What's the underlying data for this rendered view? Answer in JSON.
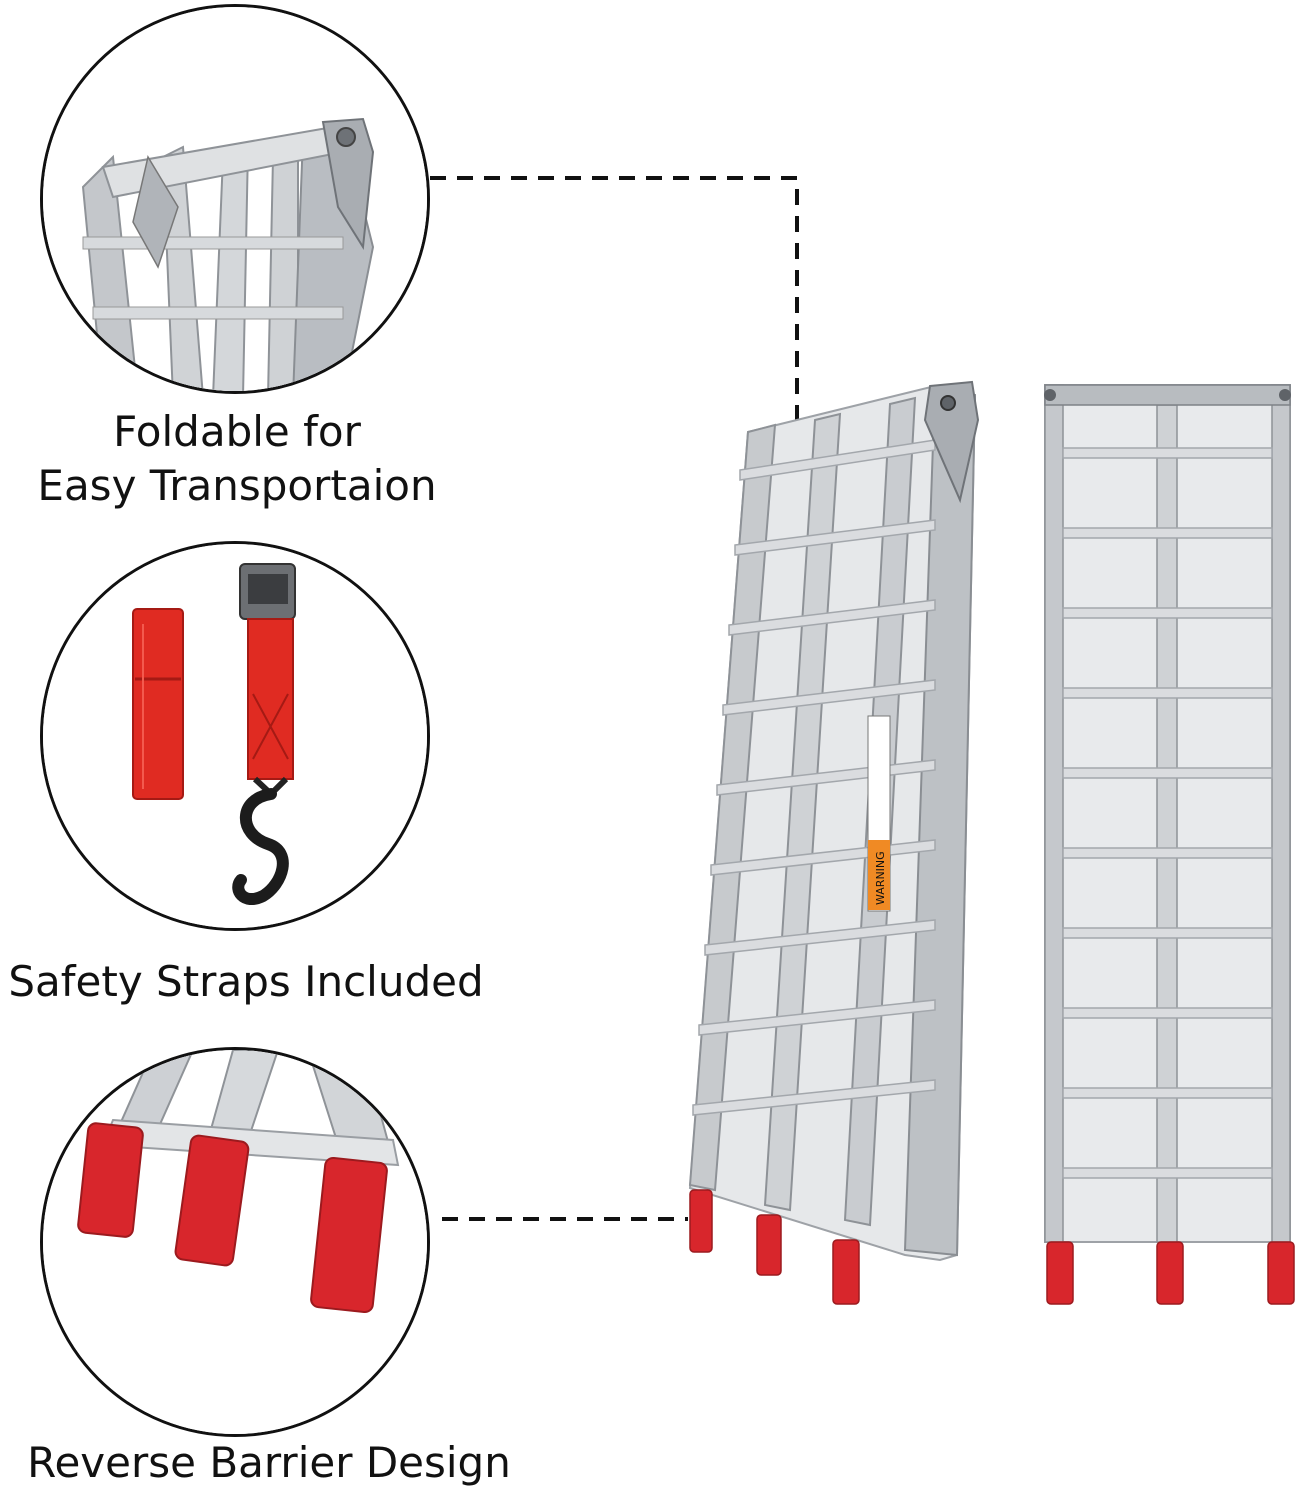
{
  "features": [
    {
      "id": "foldable",
      "caption_line1": "Foldable for",
      "caption_line2": "Easy Transportaion"
    },
    {
      "id": "straps",
      "caption": "Safety Straps Included"
    },
    {
      "id": "barrier",
      "caption": "Reverse Barrier Design"
    }
  ],
  "colors": {
    "aluminum": "#c9ccd0",
    "aluminum_dark": "#9a9ea4",
    "rubber_red": "#d8262c",
    "strap_red": "#e02b22",
    "outline": "#111111"
  },
  "warning_label": "WARNING"
}
